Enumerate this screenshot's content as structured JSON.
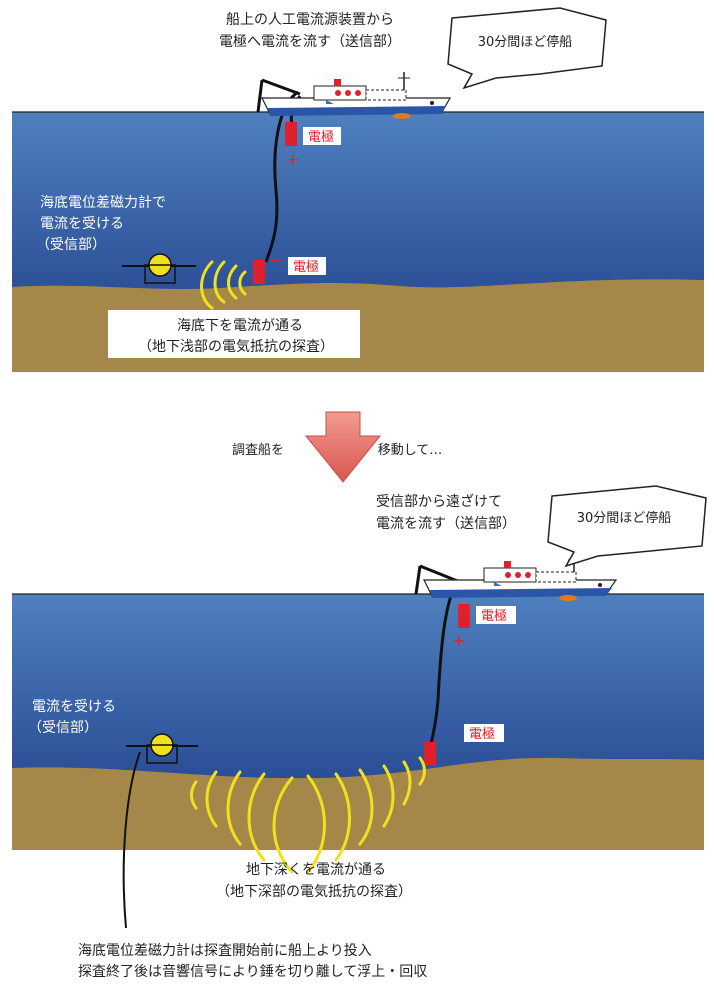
{
  "top": {
    "ship_caption": [
      "船上の人工電流源装置から",
      "電極へ電流を流す（送信部）"
    ],
    "bubble": "30分間ほど停船",
    "electrode_top": "電極",
    "electrode_bottom": "電極",
    "plus": "+",
    "minus": "−",
    "receiver": [
      "海底電位差磁力計で",
      "電流を受ける",
      "（受信部）"
    ],
    "seafloor": [
      "海底下を電流が通る",
      "（地下浅部の電気抵抗の探査）"
    ]
  },
  "middle": {
    "left": "調査船を",
    "right": "移動して…"
  },
  "bottom": {
    "ship_caption": [
      "受信部から遠ざけて",
      "電流を流す（送信部）"
    ],
    "bubble": "30分間ほど停船",
    "electrode_top": "電極",
    "electrode_bottom": "電極",
    "plus": "+",
    "minus": "−",
    "receiver": [
      "電流を受ける",
      "（受信部）"
    ],
    "seafloor": [
      "地下深くを電流が通る",
      "（地下深部の電気抵抗の探査）"
    ],
    "note": [
      "海底電位差磁力計は探査開始前に船上より投入",
      "探査終了後は音響信号により錘を切り離して浮上・回収"
    ]
  },
  "colors": {
    "sea_top": "#4a78b8",
    "sea_bottom": "#1e3d8a",
    "seabed": "#a6874a",
    "electrode": "#e0202a",
    "wave": "#f2e01e",
    "arrow": "#e87a73",
    "caption_red": "#e0202a"
  }
}
